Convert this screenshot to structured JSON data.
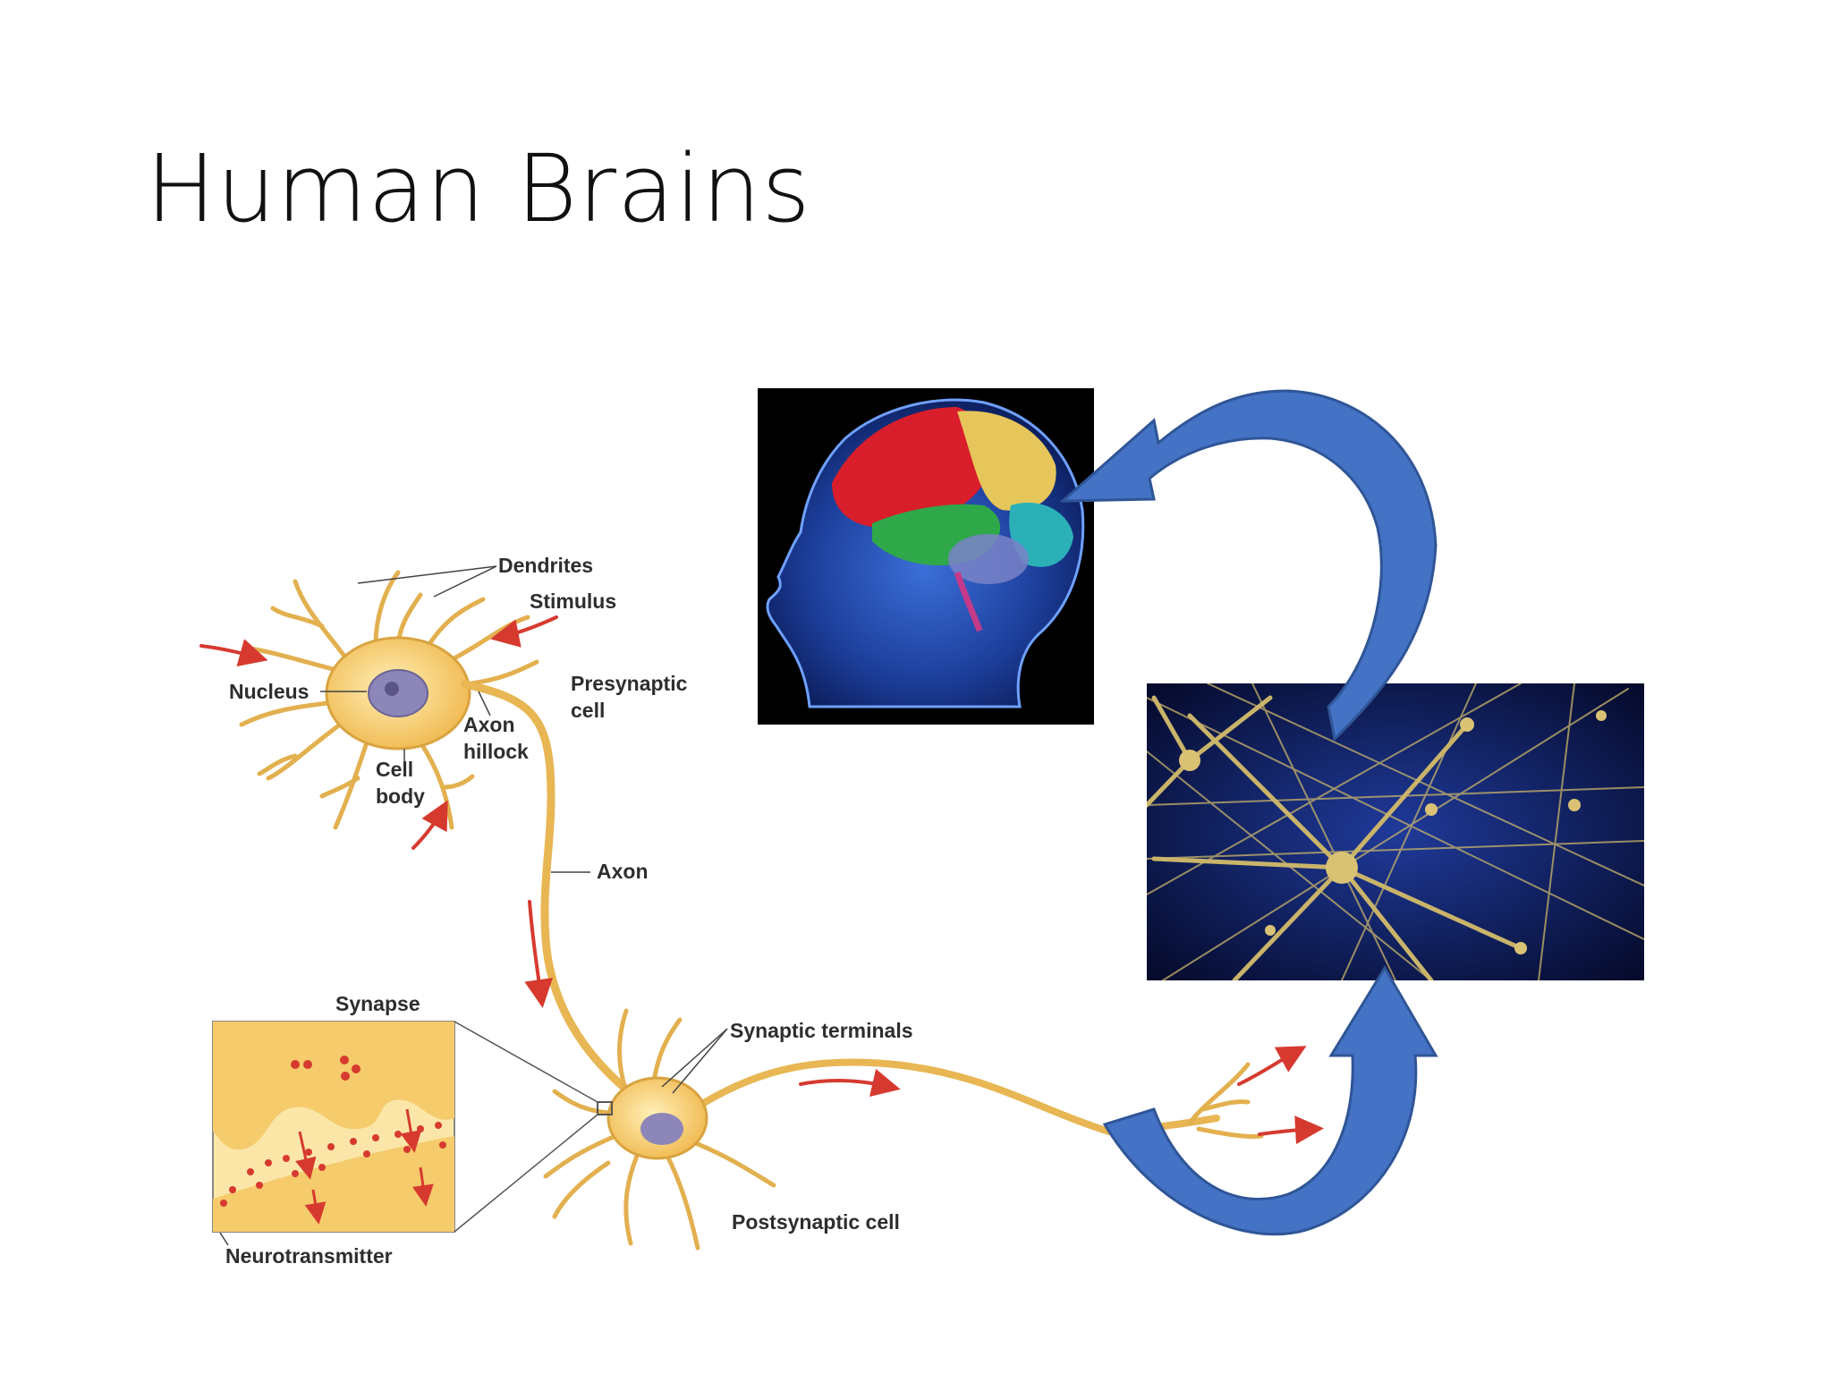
{
  "slide": {
    "title": "Human Brains"
  },
  "neuron_diagram": {
    "labels": {
      "dendrites": "Dendrites",
      "stimulus": "Stimulus",
      "nucleus": "Nucleus",
      "axon_hillock_1": "Axon",
      "axon_hillock_2": "hillock",
      "presynaptic_1": "Presynaptic",
      "presynaptic_2": "cell",
      "cell_body_1": "Cell",
      "cell_body_2": "body",
      "axon": "Axon",
      "synapse": "Synapse",
      "synaptic_terminals": "Synaptic terminals",
      "neurotransmitter": "Neurotransmitter",
      "postsynaptic_cell": "Postsynaptic cell"
    }
  },
  "colors": {
    "neuron": "#f2c15c",
    "neuron_outline": "#d9a440",
    "signal_arrow": "#d63a2f",
    "flow_arrow": "#4472c4",
    "flow_arrow_dark": "#2f5597"
  }
}
